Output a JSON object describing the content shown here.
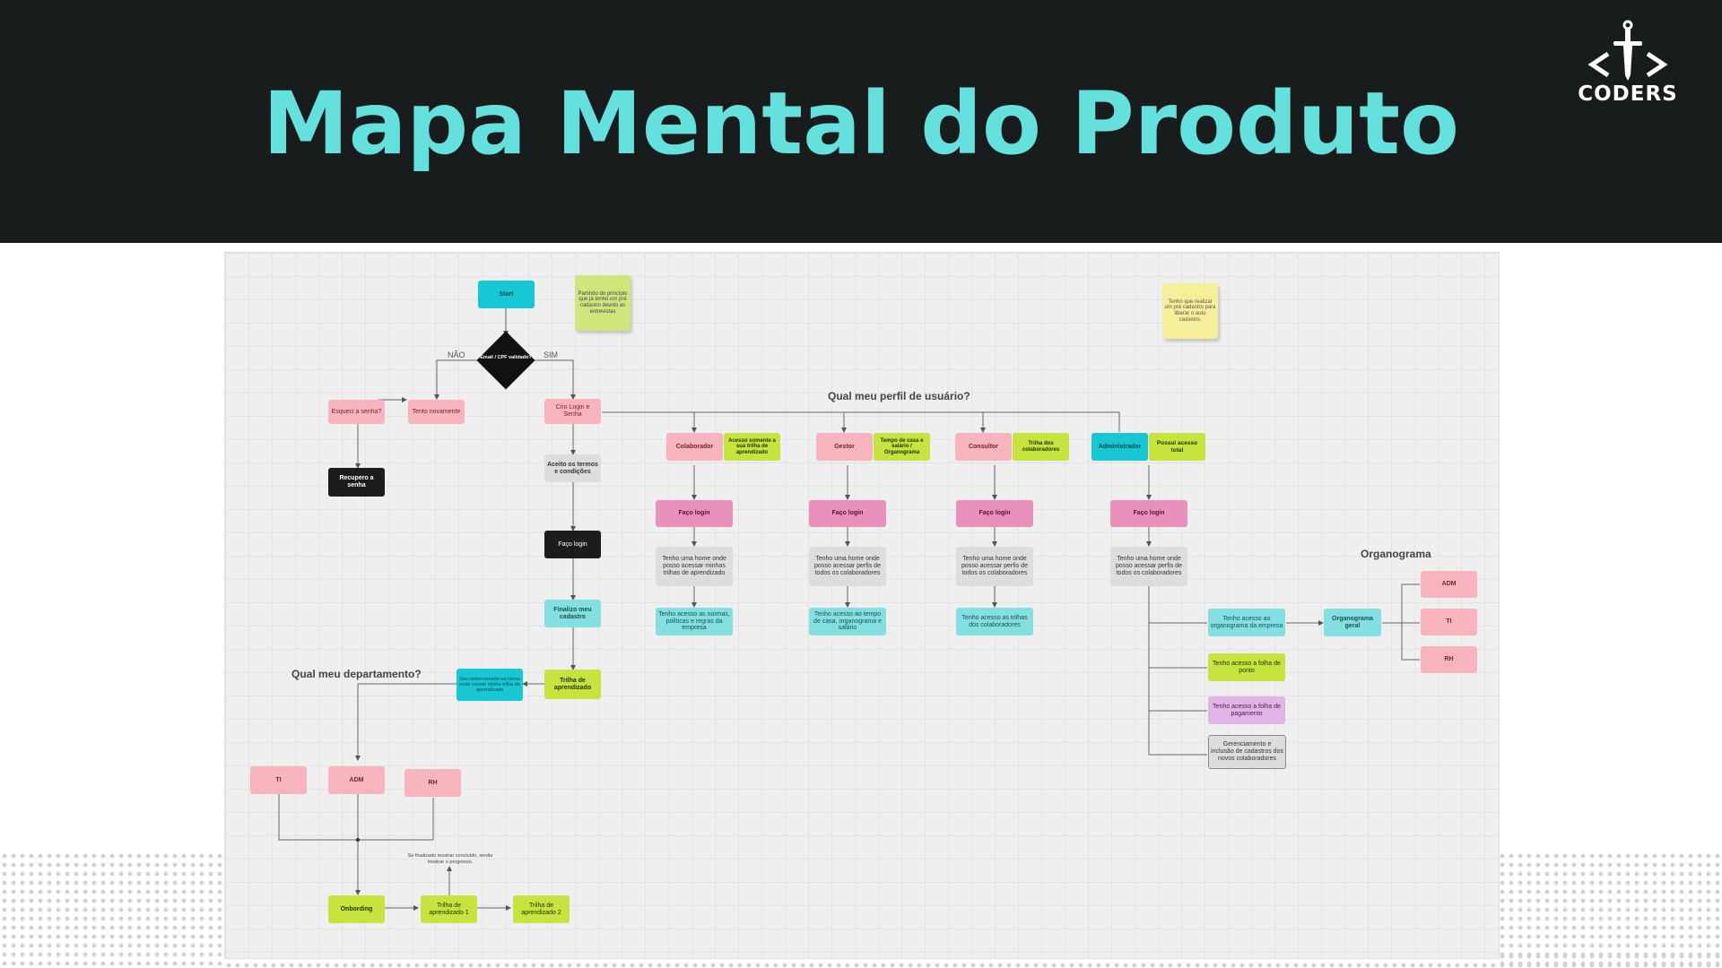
{
  "header": {
    "title": "Mapa Mental do Produto",
    "logo_text": "CODERS"
  },
  "colors": {
    "header_bg": "#181c1c",
    "title": "#64e0dd",
    "pink": "#f8b4bc",
    "cyan": "#17c7d3",
    "green": "#c6e33e",
    "magenta": "#e891bb"
  },
  "diagram": {
    "start": "Start",
    "decision": "Email / CPF validado?",
    "no_label": "NÃO",
    "yes_label": "SIM",
    "note_left": "Partindo do princípio que já tenho um pré cadastro devido as entrevistas",
    "note_right": "Tenho que realizar um pré cadastro para liberar o auto cadastro.",
    "esqueci": "Esqueci a senha?",
    "tento": "Tento novamente",
    "recupero": "Recupero a senha",
    "crio": "Crio Login e Senha",
    "aceito": "Aceito os termos e condições",
    "faco_login_black": "Faço login",
    "finalizo": "Finalizo meu cadastro",
    "trilha": "Trilha de aprendizado",
    "sou_redirecionado": "Sou redirecionado na home onde consto minha trilha de aprendizado",
    "q_perfil": "Qual meu perfil de usuário?",
    "q_depto": "Qual meu departamento?",
    "profiles": {
      "colaborador": "Colaborador",
      "colaborador_tag": "Acesso somente a sua trilha de aprendizado",
      "gestor": "Gestor",
      "gestor_tag": "Tempo de casa e salário / Organograma",
      "consultor": "Consultor",
      "consultor_tag": "Trilha dos colaboradores",
      "admin": "Administrador",
      "admin_tag": "Possui acesso total"
    },
    "faco_login": "Faço login",
    "home_colab": "Tenho uma home onde posso acessar minhas trilhas de aprendizado",
    "home_all": "Tenho uma home onde posso acessar perfis de todos os colaboradores",
    "acesso_normas": "Tenho acesso as normas, políticas e regras da empresa",
    "acesso_tempo": "Tenho acesso ao tempo de casa, organograma e salário",
    "acesso_trilhas": "Tenho acesso as trilhas dos colaboradores",
    "acesso_org": "Tenho acesso ao organograma da empresa",
    "acesso_ponto": "Tenho acesso a folha de ponto",
    "acesso_pagamento": "Tenho acesso a folha de pagamento",
    "gerenciamento": "Gerenciamento e inclusão de cadastros dos novos colaboradores",
    "organograma_title": "Organograma",
    "organograma_geral": "Organograma geral",
    "org_items": [
      "ADM",
      "TI",
      "RH"
    ],
    "dept_ti": "TI",
    "dept_adm": "ADM",
    "dept_rh": "RH",
    "onbording": "Onbording",
    "trilha1": "Trilha de aprendizado 1",
    "trilha2": "Trilha de aprendizado 2",
    "se_finalizado": "Se finalizado mostrar concluído, senão mostrar o progresso."
  }
}
